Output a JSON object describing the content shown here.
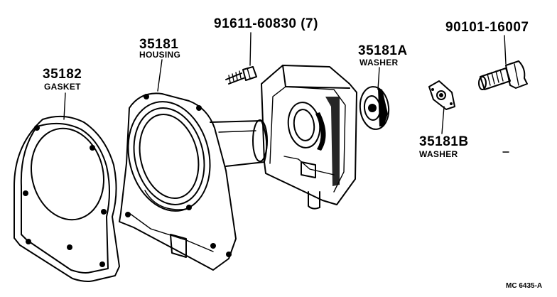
{
  "parts": [
    {
      "number": "35182",
      "name": "GASKET"
    },
    {
      "number": "35181",
      "name": "HOUSING"
    },
    {
      "number": "91611-60830 (7)",
      "name": ""
    },
    {
      "number": "35181A",
      "name": "WASHER"
    },
    {
      "number": "35181B",
      "name": "WASHER"
    },
    {
      "number": "90101-16007",
      "name": ""
    }
  ],
  "drawing_code": "MC 6435-A"
}
